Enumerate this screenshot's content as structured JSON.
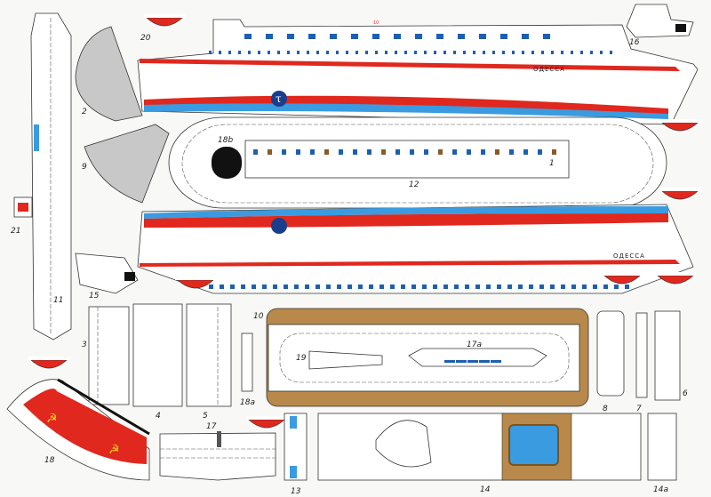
{
  "sheet": {
    "ship_name": "ОДЕССА",
    "logo_letter": "τ",
    "colors": {
      "red": "#e0281e",
      "blue": "#3a9be0",
      "brown": "#b8894a",
      "window": "#1d5fb0",
      "grey": "#c8c8c8"
    },
    "parts": {
      "p1": "1",
      "p2": "2",
      "p3": "3",
      "p4": "4",
      "p5": "5",
      "p6": "6",
      "p7": "7",
      "p8": "8",
      "p9": "9",
      "p10": "10",
      "p11": "11",
      "p12": "12",
      "p13": "13",
      "p14": "14",
      "p14a": "14a",
      "p15": "15",
      "p16": "16",
      "p17": "17",
      "p17a": "17a",
      "p18": "18",
      "p18a": "18a",
      "p18b": "18b",
      "p19": "19",
      "p20": "20",
      "p21": "21"
    }
  }
}
